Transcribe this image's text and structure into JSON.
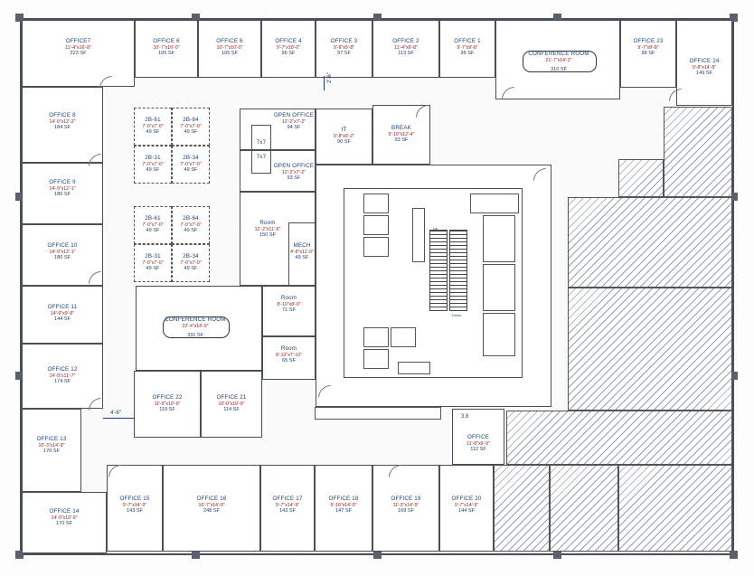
{
  "offices": {
    "o7": {
      "name": "OFFICE7",
      "dims": "11'-4\"x16'-8\"",
      "sf": "223 SF"
    },
    "o6a": {
      "name": "OFFICE 6",
      "dims": "10'-7\"x10'-0\"",
      "sf": "105 SF"
    },
    "o6b": {
      "name": "OFFICE 6",
      "dims": "10'-7\"x10'-0\"",
      "sf": "105 SF"
    },
    "o4": {
      "name": "OFFICE 4",
      "dims": "9'-7\"x10'-0\"",
      "sf": "96 SF"
    },
    "o3": {
      "name": "OFFICE 3",
      "dims": "9'-8\"x9'-8\"",
      "sf": "97 SF"
    },
    "o2": {
      "name": "OFFICE 2",
      "dims": "11'-4\"x9'-8\"",
      "sf": "113 SF"
    },
    "o1": {
      "name": "OFFICE 1",
      "dims": "9'-7\"x9'-8\"",
      "sf": "96 SF"
    },
    "conf_top": {
      "name": "CONFERENCE ROOM",
      "dims": "21'-7\"x14'-2\"",
      "sf": "310 SF"
    },
    "o23": {
      "name": "OFFICE 23",
      "dims": "9'-7\"x9'-8\"",
      "sf": "96 SF"
    },
    "o24": {
      "name": "OFFICE 24",
      "dims": "9'-8\"x14'-8\"",
      "sf": "149 SF"
    },
    "o8": {
      "name": "OFFICE 8",
      "dims": "14'-9\"x12'-2\"",
      "sf": "184 SF"
    },
    "o9": {
      "name": "OFFICE 9",
      "dims": "14'-9\"x12'-1\"",
      "sf": "180 SF"
    },
    "o10": {
      "name": "OFFICE 10",
      "dims": "14'-9\"x12'-1\"",
      "sf": "180 SF"
    },
    "o11": {
      "name": "OFFICE 11",
      "dims": "14'-9\"x9'-8\"",
      "sf": "144 SF"
    },
    "o12": {
      "name": "OFFICE 12",
      "dims": "14'-9\"x11'-7\"",
      "sf": "174 SF"
    },
    "o13": {
      "name": "OFFICE 13",
      "dims": "10'-3\"x14'-8\"",
      "sf": "170 SF"
    },
    "o14": {
      "name": "OFFICE 14",
      "dims": "14'-9\"x10'-9\"",
      "sf": "170 SF"
    },
    "o22": {
      "name": "OFFICE 22",
      "dims": "11'-8\"x10'-9\"",
      "sf": "119 SF"
    },
    "o21": {
      "name": "OFFICE 21",
      "dims": "10'-0\"x10'-9\"",
      "sf": "114 SF"
    },
    "conf_mid": {
      "name": "CONFERENCE ROOM",
      "dims": "22'-4\"x14'-9\"",
      "sf": "331 SF"
    },
    "o15": {
      "name": "OFFICE 15",
      "dims": "9'-7\"x14'-9\"",
      "sf": "143 SF"
    },
    "o16": {
      "name": "OFFICE 16",
      "dims": "16'-7\"x14'-9\"",
      "sf": "248 SF"
    },
    "o17": {
      "name": "OFFICE 17",
      "dims": "9'-7\"x14'-9\"",
      "sf": "143 SF"
    },
    "o18": {
      "name": "OFFICE 18",
      "dims": "9'-10\"x14'-9\"",
      "sf": "147 SF"
    },
    "o19": {
      "name": "OFFICE 19",
      "dims": "11'-3\"x14'-9\"",
      "sf": "169 SF"
    },
    "o20": {
      "name": "OFFICE 20",
      "dims": "9'-7\"x14'-9\"",
      "sf": "144 SF"
    },
    "o_small": {
      "name": "OFFICE",
      "dims": "11'-8\"x9'-9\"",
      "sf": "112 SF"
    }
  },
  "rooms": {
    "open1": {
      "name": "OPEN OFFICE",
      "dims": "12'-2\"x7'-2\"",
      "sf": "94 SF"
    },
    "open2": {
      "name": "OPEN OFFICE",
      "dims": "12'-2\"x7'-2\"",
      "sf": "93 SF"
    },
    "it": {
      "name": "IT",
      "dims": "9'-8\"x9'-2\"",
      "sf": "90 SF"
    },
    "break": {
      "name": "BREAK",
      "dims": "9'-10\"x12'-4\"",
      "sf": "93 SF"
    },
    "room1": {
      "name": "Room",
      "dims": "12'-2\"x11'-6\"",
      "sf": "150 SF"
    },
    "mech": {
      "name": "MECH",
      "dims": "4'-8\"x11'-0\"",
      "sf": "49 SF"
    },
    "room2": {
      "name": "Room",
      "dims": "8'-10\"x8'-0\"",
      "sf": "71 SF"
    },
    "room3": {
      "name": "Room",
      "dims": "8'-10\"x7'-10\"",
      "sf": "65 SF"
    }
  },
  "workstations": [
    {
      "code": "2B-61",
      "dims": "7'-0\"x7'-0\"",
      "sf": "49 SF"
    },
    {
      "code": "2B-64",
      "dims": "7'-0\"x7'-0\"",
      "sf": "49 SF"
    },
    {
      "code": "2B-31",
      "dims": "7'-0\"x7'-0\"",
      "sf": "49 SF"
    },
    {
      "code": "2B-34",
      "dims": "7'-0\"x7'-0\"",
      "sf": "49 SF"
    },
    {
      "code": "2B-61",
      "dims": "7'-0\"x7'-0\"",
      "sf": "49 SF"
    },
    {
      "code": "2B-64",
      "dims": "7'-0\"x7'-0\"",
      "sf": "49 SF"
    },
    {
      "code": "2B-31",
      "dims": "7'-0\"x7'-0\"",
      "sf": "49 SF"
    },
    {
      "code": "2B-34",
      "dims": "7'-0\"x7'-0\"",
      "sf": "49 SF"
    }
  ],
  "annotations": {
    "dim_top": "2'-6\"",
    "dim_left": "4'-6\"",
    "box7a": "7x7",
    "box7b": "7x7",
    "core_up": "Up",
    "core_dn": "Down",
    "tag": "3.8"
  },
  "colors": {
    "label": "#1f3f7a",
    "dims": "#a02020",
    "wall": "#4a4f57",
    "column": "#5a6070"
  }
}
